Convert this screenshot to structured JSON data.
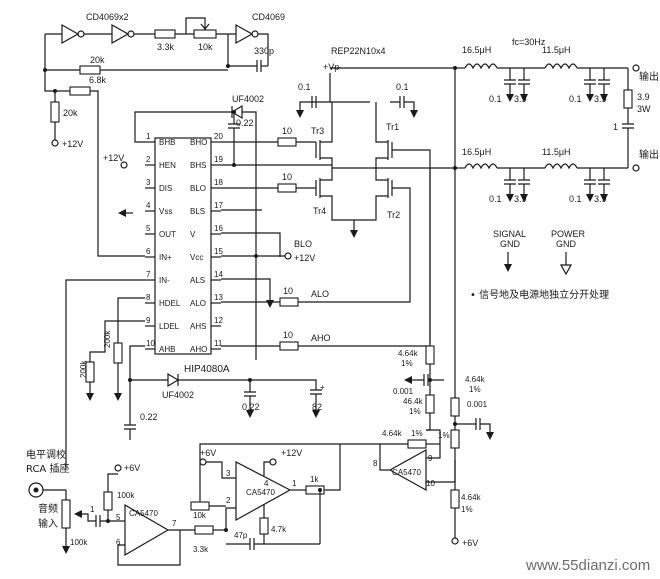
{
  "chips": {
    "cd4069x2": "CD4069x2",
    "cd4069": "CD4069",
    "hip4080a": "HIP4080A",
    "ca5470": "CA5470",
    "rep": "REP22N10x4"
  },
  "pins_left": [
    {
      "n": "1",
      "name": "BHB"
    },
    {
      "n": "2",
      "name": "HEN"
    },
    {
      "n": "3",
      "name": "DIS"
    },
    {
      "n": "4",
      "name": "Vss"
    },
    {
      "n": "5",
      "name": "OUT"
    },
    {
      "n": "6",
      "name": "IN+"
    },
    {
      "n": "7",
      "name": "IN-"
    },
    {
      "n": "8",
      "name": "HDEL"
    },
    {
      "n": "9",
      "name": "LDEL"
    },
    {
      "n": "10",
      "name": "AHB"
    }
  ],
  "pins_right": [
    {
      "n": "20",
      "name": "BHO"
    },
    {
      "n": "19",
      "name": "BHS"
    },
    {
      "n": "18",
      "name": "BLO"
    },
    {
      "n": "17",
      "name": "BLS"
    },
    {
      "n": "16",
      "name": "V"
    },
    {
      "n": "15",
      "name": "Vcc"
    },
    {
      "n": "14",
      "name": "ALS"
    },
    {
      "n": "13",
      "name": "ALO"
    },
    {
      "n": "12",
      "name": "AHS"
    },
    {
      "n": "11",
      "name": "AHO"
    }
  ],
  "labels": {
    "r_3_3k": "3.3k",
    "pot_10k": "10k",
    "c_330p": "330p",
    "r_20k_a": "20k",
    "r_6_8k": "6.8k",
    "r_20k_b": "20k",
    "plus12_a": "+12V",
    "plus12_b": "+12V",
    "plus12_c": "+12V",
    "plus12_d": "+12V",
    "uf4002_a": "UF4002",
    "uf4002_b": "UF4002",
    "c_022_a": "0.22",
    "c_022_b": "0.22",
    "c_022_c": "0.22",
    "c_82": "82",
    "r_10_a": "10",
    "r_10_b": "10",
    "r_10_c": "10",
    "r_10_d": "10",
    "vp": "+Vp",
    "c_01_a": "0.1",
    "c_01_b": "0.1",
    "tr1": "Tr1",
    "tr2": "Tr2",
    "tr3": "Tr3",
    "tr4": "Tr4",
    "blo": "BLO",
    "alo": "ALO",
    "aho": "AHO",
    "r_200k_a": "200k",
    "r_200k_b": "200k",
    "l_165_a": "16.5μH",
    "l_115_a": "11.5μH",
    "l_165_b": "16.5μH",
    "l_115_b": "11.5μH",
    "fc": "fc=30Hz",
    "f_01_a": "0.1",
    "f_39_a": "3.9",
    "f_01_b": "0.1",
    "f_39_b": "3.9",
    "f_01_c": "0.1",
    "f_39_c": "3.9",
    "f_01_d": "0.1",
    "f_39_d": "3.9",
    "out_a": "输出",
    "out_b": "输出",
    "load_r": "3.9",
    "load_w": "3W",
    "load_c": "1",
    "signal_gnd": "SIGNAL",
    "signal_gnd2": "GND",
    "power_gnd": "POWER",
    "power_gnd2": "GND",
    "note": "• 信号地及电源地独立分开处理",
    "r_464_a": "4.64k",
    "p_1_a": "1%",
    "c_0001_a": "0.001",
    "r_464_b": "46.4k",
    "p_1_b": "1%",
    "r_464_c": "4.64k",
    "p_1_c": "1%",
    "c_0001_b": "0.001",
    "r_464_d": "4.64k",
    "p_1_d": "1%",
    "p_1_e": "1%",
    "r_464_e": "4.64k",
    "p_1_f": "1%",
    "plus6_a": "+6V",
    "plus6_b": "+6V",
    "plus6_c": "+6V",
    "pin8": "8",
    "pin9": "9",
    "pin10": "10",
    "rca1": "电平调校",
    "rca2": "RCA 插座",
    "audio1": "音频",
    "audio2": "输入",
    "r_100k_a": "100k",
    "r_100k_b": "100k",
    "c_1": "1",
    "r_10k": "10k",
    "r_3_3k_b": "3.3k",
    "c_47p": "47p",
    "r_4_7k": "4.7k",
    "r_1k": "1k",
    "op_p3": "3",
    "op_p2": "2",
    "op_p4": "4",
    "op_p5": "5",
    "op_p6": "6",
    "op_p7": "7",
    "op2_p1": "1",
    "watermark": "www.55dianzi.com"
  }
}
